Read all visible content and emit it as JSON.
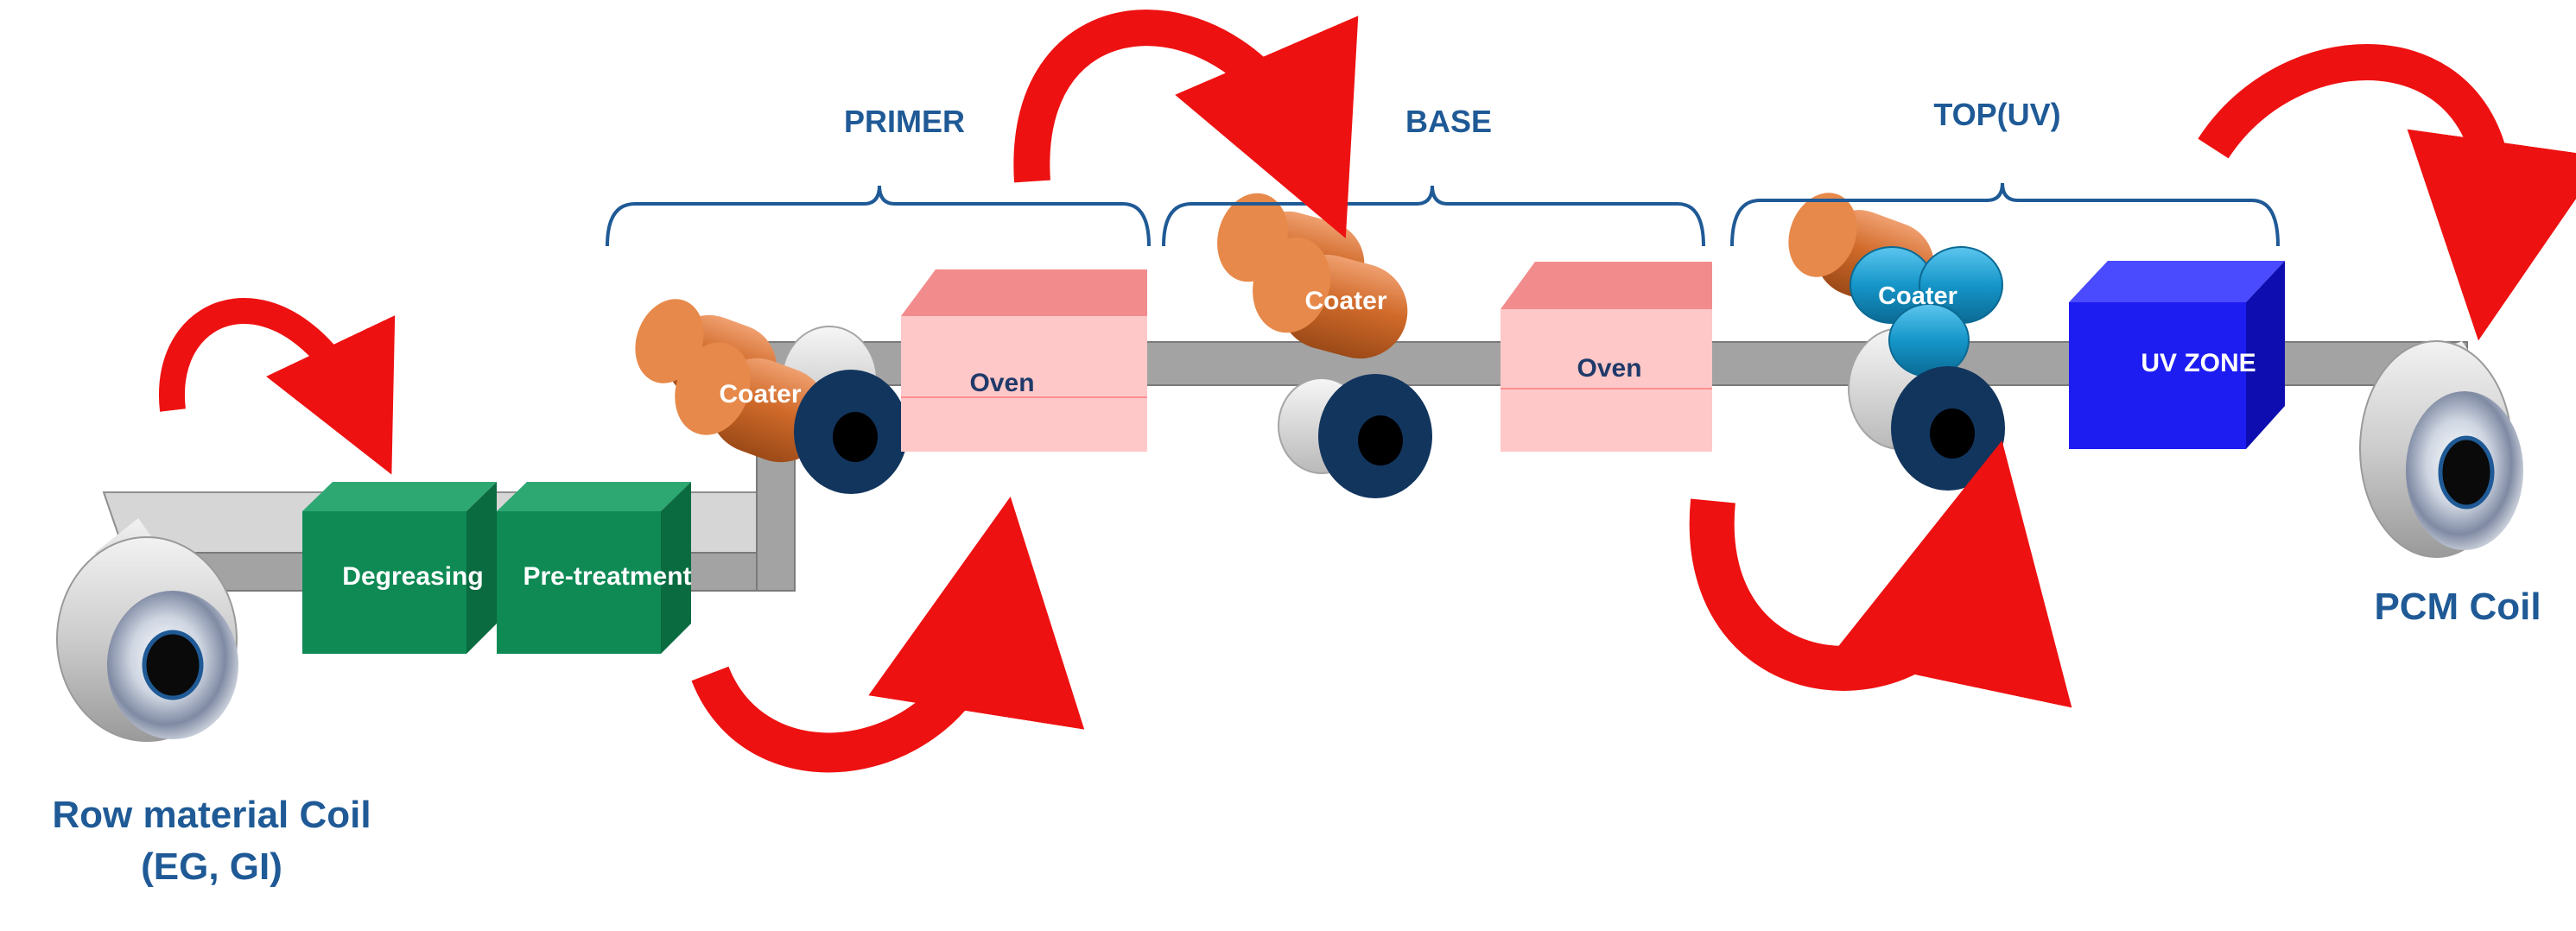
{
  "stages": {
    "primer": "PRIMER",
    "base": "BASE",
    "top": "TOP(UV)"
  },
  "units": {
    "degreasing": "Degreasing",
    "pretreatment": "Pre-treatment",
    "coater": "Coater",
    "oven": "Oven",
    "uv_zone": "UV ZONE"
  },
  "coils": {
    "raw_line1": "Row material Coil",
    "raw_line2": "(EG, GI)",
    "output": "PCM Coil"
  },
  "colors": {
    "label_blue": "#1f5a96",
    "arrow_red": "#ee1111",
    "strip_gray": "#a3a3a3",
    "process_green": "#0f8a55",
    "oven_pink": "#ffc8c8",
    "coater_orange": "#d06a2a",
    "coater_teal": "#1596c9",
    "uv_blue": "#1d1df2",
    "roller_navy": "#12355e"
  }
}
